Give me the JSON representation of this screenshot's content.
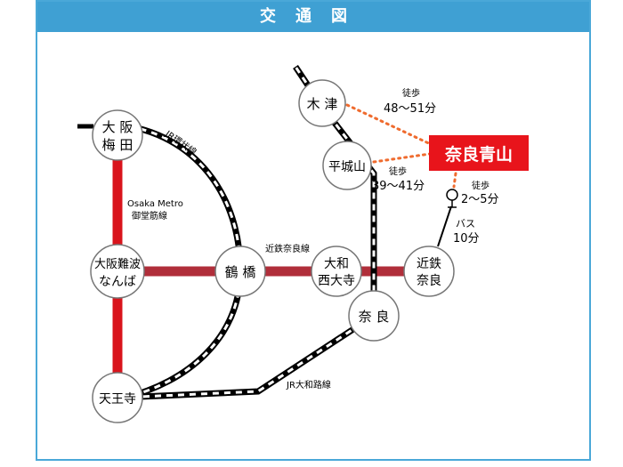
{
  "header": {
    "title": "交通図"
  },
  "destination": {
    "label": "奈良青山",
    "color": "#e8141b"
  },
  "colors": {
    "frame": "#3fa0d3",
    "metro": "#d9141c",
    "kintetsu": "#b02e3a",
    "walk": "#ef6b2e"
  },
  "stations": {
    "kizu": "木 津",
    "heijo": "平城山",
    "umeda_1": "大 阪",
    "umeda_2": "梅 田",
    "namba_1": "大阪難波",
    "namba_2": "なんば",
    "tsuruhashi": "鶴 橋",
    "saidaiji_1": "大和",
    "saidaiji_2": "西大寺",
    "kintetsu_nara_1": "近鉄",
    "kintetsu_nara_2": "奈良",
    "nara": "奈 良",
    "tennoji": "天王寺"
  },
  "lines": {
    "jr_loop": "JR環状線",
    "metro_1": "Osaka Metro",
    "metro_2": "御堂筋線",
    "kintetsu_nara": "近鉄奈良線",
    "jr_yamatoji": "JR大和路線"
  },
  "routes": {
    "kizu_walk_label": "徒歩",
    "kizu_walk_time": "48〜51分",
    "heijo_walk_label": "徒歩",
    "heijo_walk_time": "39〜41分",
    "stop_walk_label": "徒歩",
    "stop_walk_time": "2〜5分",
    "bus_label": "バス",
    "bus_time": "10分"
  }
}
